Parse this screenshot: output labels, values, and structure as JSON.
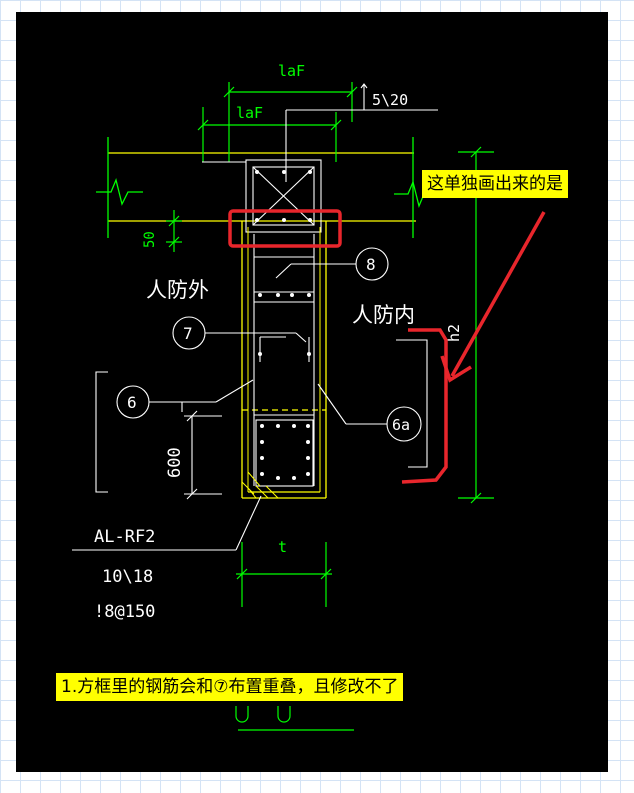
{
  "labels": {
    "laf_top": "laF",
    "laf_inner": "laF",
    "rebar_top": "5\\20",
    "dim_50": "50",
    "outer_side": "人防外",
    "inner_side": "人防内",
    "dim_height": "h2",
    "dim_600": "600",
    "dim_t": "t",
    "wall_id": "AL-RF2",
    "rebar_main": "10\\18",
    "rebar_stirrup": "!8@150"
  },
  "callouts": {
    "c6": "6",
    "c6a": "6a",
    "c7": "7",
    "c8": "8"
  },
  "notes": {
    "note1": "这单独画出来的是",
    "note2": "1.方框里的钢筋会和⑦布置重叠，且修改不了"
  },
  "colors": {
    "background": "#000000",
    "concrete": "#ffff00",
    "rebar": "#ffffff",
    "dimension": "#00ff00",
    "highlight": "#e8262c",
    "annotation_bg": "#ffff00"
  }
}
